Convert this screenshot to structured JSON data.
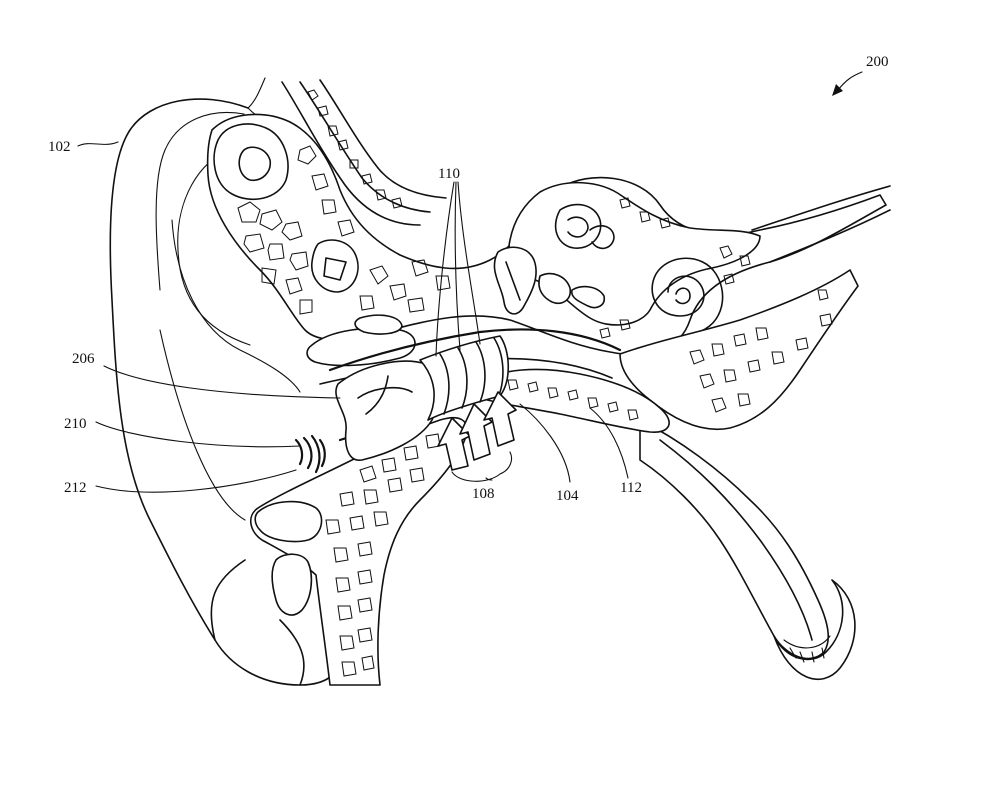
{
  "figure": {
    "reference_numeral": "200",
    "labels": {
      "ear": "102",
      "canal": "104",
      "arrows": "108",
      "rings": "110",
      "tissue": "112",
      "device": "206",
      "speaker": "210",
      "sound": "212"
    }
  }
}
